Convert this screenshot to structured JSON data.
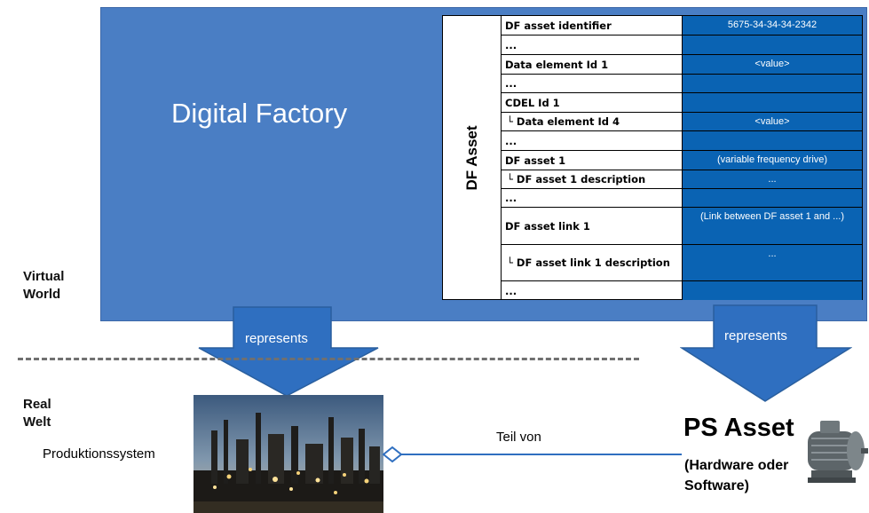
{
  "factory": {
    "title": "Digital Factory"
  },
  "df_asset": {
    "label": "DF Asset",
    "rows": [
      {
        "key": "DF asset identifier",
        "value": "5675-34-34-34-2342"
      },
      {
        "key": "...",
        "value": ""
      },
      {
        "key": "Data element Id 1",
        "value": "<value>"
      },
      {
        "key": "...",
        "value": ""
      },
      {
        "key": "CDEL Id 1",
        "value": ""
      },
      {
        "key": "└ Data element Id 4",
        "value": "<value>"
      },
      {
        "key": "...",
        "value": ""
      },
      {
        "key": "DF asset 1",
        "value": "(variable frequency drive)"
      },
      {
        "key": "└  DF asset 1 description",
        "value": "..."
      },
      {
        "key": "...",
        "value": ""
      },
      {
        "key": "DF asset link 1",
        "value": "(Link between DF asset 1 and ...)"
      },
      {
        "key": "└ DF asset link 1 description",
        "value": "..."
      },
      {
        "key": "...",
        "value": ""
      }
    ]
  },
  "arrows": {
    "left": "represents",
    "right": "represents"
  },
  "labels": {
    "virtual_world": "Virtual World",
    "real_welt": "Real Welt",
    "production_system": "Produktionssystem",
    "part_of": "Teil von",
    "ps_asset": "PS Asset",
    "ps_asset_sub": "(Hardware oder Software)"
  },
  "colors": {
    "factory_bg": "#4a7ec4",
    "value_cell": "#0a63b3",
    "arrow": "#2f6fc0",
    "connector": "#2f6fc0"
  }
}
